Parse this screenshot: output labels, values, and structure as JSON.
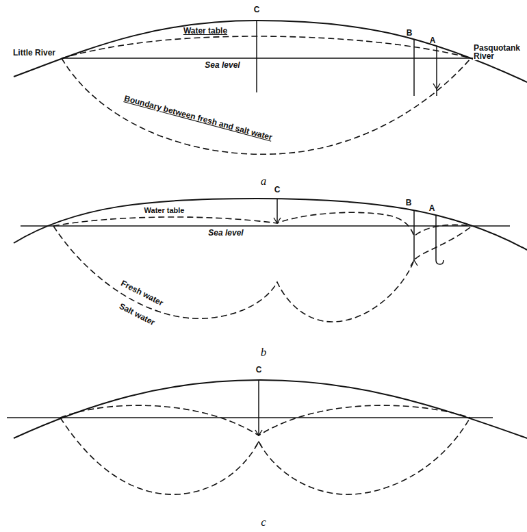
{
  "diagram": {
    "labels": [
      "C",
      "Water table",
      "B",
      "A",
      "Little River",
      "Sea level",
      "Pasquotank River",
      "Boundary between fresh and salt water",
      "a",
      "C",
      "Water table",
      "B",
      "A",
      "Sea level",
      "Fresh water",
      "Salt water",
      "b",
      "C",
      "c"
    ]
  }
}
